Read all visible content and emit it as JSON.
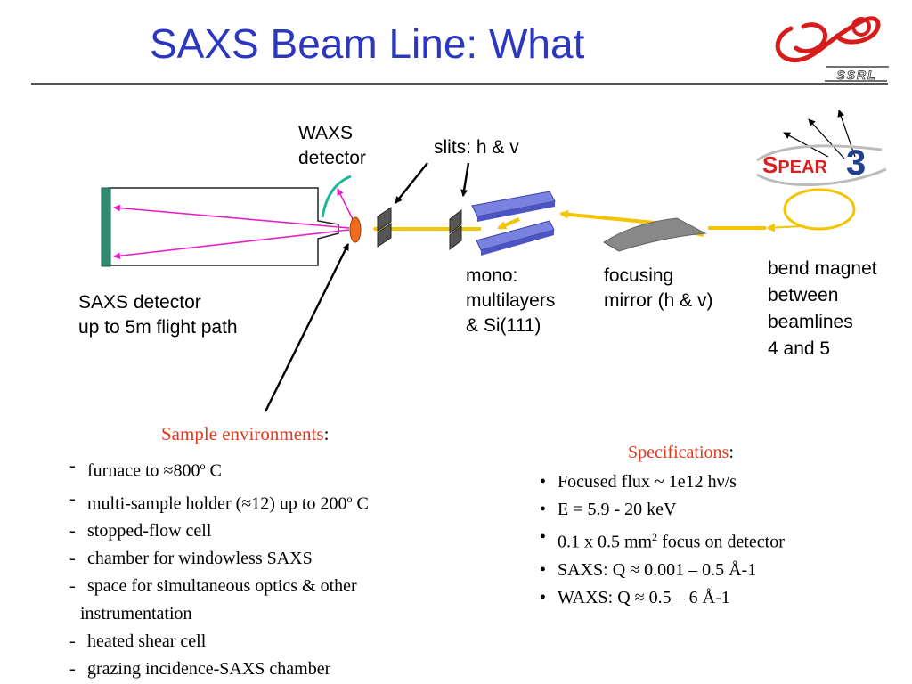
{
  "title": "SAXS Beam Line: What",
  "labels": {
    "waxs_detector": [
      "WAXS",
      "detector"
    ],
    "slits": "slits: h & v",
    "saxs_detector": [
      "SAXS detector",
      "up to 5m flight path"
    ],
    "mono": [
      "mono:",
      "multilayers",
      "& Si(111)"
    ],
    "focusing_mirror": [
      "focusing",
      "mirror (h & v)"
    ],
    "bend_magnet": [
      "bend magnet",
      "between",
      "beamlines",
      "4 and 5"
    ]
  },
  "logos": {
    "ssrl": "SSRL",
    "spear3": "SPEAR3"
  },
  "sample_environments": {
    "heading": "Sample environments",
    "heading_suffix": ":",
    "items": [
      {
        "dash": "-",
        "text": "furnace to ≈800",
        "sup": "o",
        "tail": " C"
      },
      {
        "dash": "-",
        "text": "multi-sample holder (≈12) up to 200",
        "sup": "o",
        "tail": " C"
      },
      {
        "dash": "-",
        "text": "stopped-flow cell"
      },
      {
        "dash": "-",
        "text": "chamber for windowless SAXS"
      },
      {
        "dash": "-",
        "text": "space for simultaneous optics & other",
        "continuation": "instrumentation"
      },
      {
        "dash": "-",
        "text": "heated shear cell"
      },
      {
        "dash": "-",
        "text": "grazing incidence-SAXS chamber"
      }
    ]
  },
  "specifications": {
    "heading": "Specifications",
    "heading_suffix": ":",
    "items": [
      {
        "bullet": "•",
        "text": "Focused flux ~ 1e12 hν/s"
      },
      {
        "bullet": "•",
        "text": "E = 5.9 - 20 keV"
      },
      {
        "bullet": "•",
        "text": "0.1 x 0.5 mm",
        "sup": "2",
        "tail": " focus on detector"
      },
      {
        "bullet": "•",
        "text": "SAXS: Q ≈ 0.001 – 0.5 Å-1"
      },
      {
        "bullet": "•",
        "text": "WAXS: Q ≈ 0.5 – 6 Å-1"
      }
    ]
  },
  "colors": {
    "title": "#2c37c0",
    "heading_red": "#e03a1e",
    "beam": "#f5c400",
    "rays": "#e81fc8",
    "detector_teal": "#2e8b72",
    "crystal_blue": "#7a82e0"
  }
}
